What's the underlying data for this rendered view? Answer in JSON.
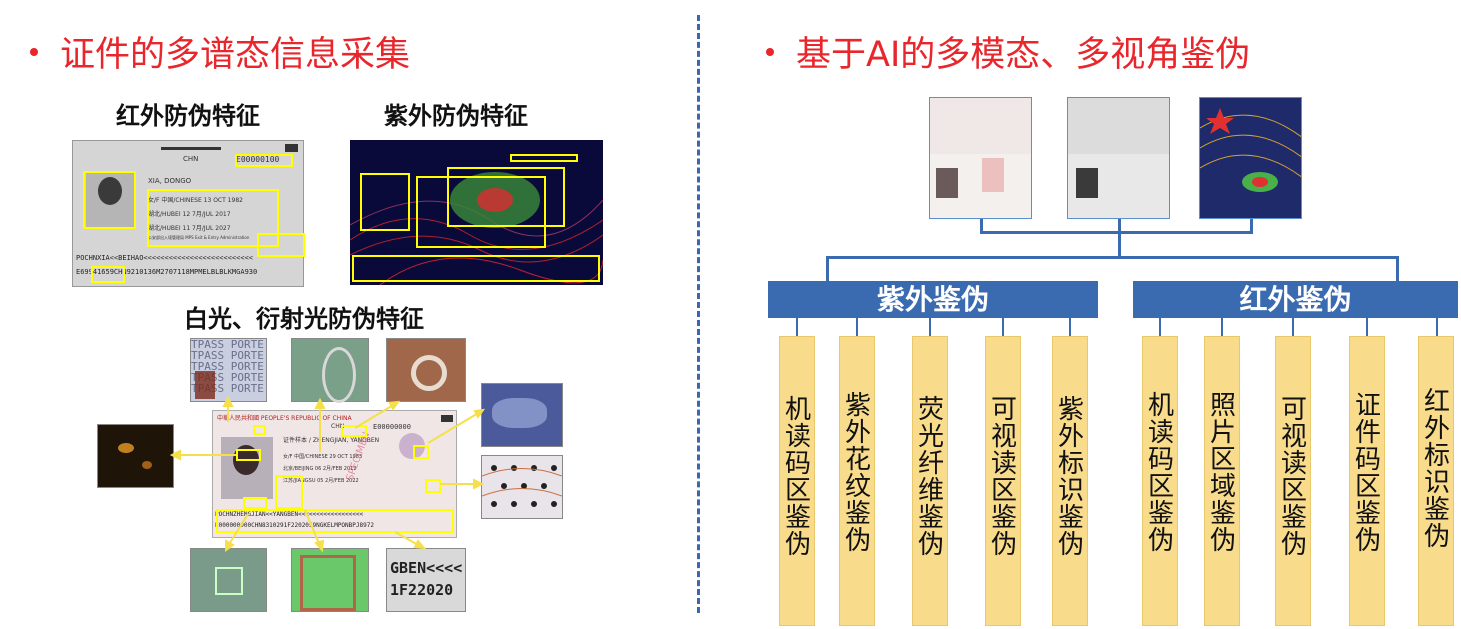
{
  "left": {
    "title": "证件的多谱态信息采集",
    "ir_label": "红外防伪特征",
    "uv_label": "紫外防伪特征",
    "white_label": "白光、衍射光防伪特征",
    "ir_card": {
      "country": "CHN",
      "number": "E00000100",
      "name": "XIA, DONGO",
      "row1": "女/F   中国/CHINESE   13 OCT 1982",
      "row2": "湖北/HUBEI   12 7月/JUL 2017",
      "row3": "湖北/HUBEI   11 7月/JUL 2027",
      "authority": "公安部出入境管理局 MPS Exit & Entry Administration",
      "mrz1": "POCHNXIA<<BEIHAO<<<<<<<<<<<<<<<<<<<<<<<<<<",
      "mrz2": "E69941659CHN9210136M2707118MPMELBLBLKMGA930"
    },
    "white_card": {
      "header": "中華人民共和國  PEOPLE'S REPUBLIC OF CHINA",
      "country": "CHN",
      "number": "E00000000",
      "name": "证件样本 / ZHENGJIAN, YANGBEN",
      "row1": "女/F   中国/CHINESE   29 OCT 1983",
      "row2": "北京/BEIJING   06 2月/FEB 2012",
      "row3": "江苏/JIANGSU   05 2月/FEB 2022",
      "stamp": "SPECIMEN",
      "mrz1": "POCHNZHENGJIAN<<YANGBEN<<<<<<<<<<<<<<<<<<",
      "mrz2": "E000000000CHN8310291F2202059NGKELMPONBPJ8972"
    },
    "tile_texts": {
      "repeat": "TPASS PORTE",
      "mrz_zoom_1": "GBEN<<<<",
      "mrz_zoom_2": "1F22020"
    }
  },
  "right": {
    "title": "基于AI的多模态、多视角鉴伪",
    "uv_banner": "紫外鉴伪",
    "ir_banner": "红外鉴伪",
    "uv_items": [
      "机读码区鉴伪",
      "紫外花纹鉴伪",
      "荧光纤维鉴伪",
      "可视读区鉴伪",
      "紫外标识鉴伪"
    ],
    "ir_items": [
      "机读码区鉴伪",
      "照片区域鉴伪",
      "可视读区鉴伪",
      "证件码区鉴伪",
      "红外标识鉴伪"
    ]
  },
  "colors": {
    "title_red": "#e8262b",
    "banner_blue": "#3a6bb0",
    "box_yellow": "#f9dc8b",
    "highlight_yellow": "#ffff00"
  }
}
